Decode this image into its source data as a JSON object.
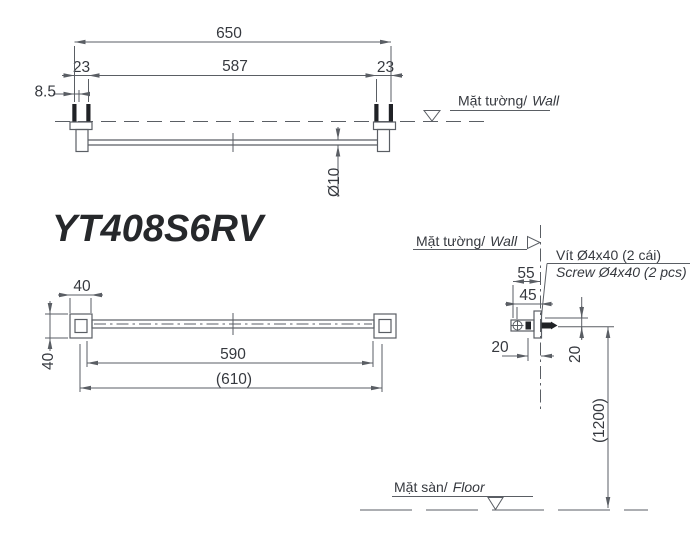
{
  "product_code": "YT408S6RV",
  "front_view": {
    "length_total": "650",
    "length_between_posts": "587",
    "post_offset_left": "23",
    "post_offset_right": "23",
    "screw_pitch": "8.5",
    "bar_diameter": "Ø10",
    "wall_label_vi": "Mặt tường/",
    "wall_label_en": "Wall"
  },
  "plan_view": {
    "post_width": "40",
    "post_height": "40",
    "bar_length": "590",
    "overall_length": "(610)"
  },
  "side_view": {
    "wall_label_vi": "Mặt tường/",
    "wall_label_en": "Wall",
    "screw_note_vi": "Vít Ø4x40 (2 cái)",
    "screw_note_en": "Screw Ø4x40 (2 pcs)",
    "depth_total": "55",
    "depth_inner": "45",
    "offset_horizontal": "20",
    "offset_vertical": "20",
    "mount_height": "(1200)",
    "floor_label_vi": "Mặt sàn/",
    "floor_label_en": "Floor"
  },
  "colors": {
    "line": "#5a5e64",
    "text": "#36393f",
    "ink": "#202226",
    "background": "#ffffff"
  }
}
